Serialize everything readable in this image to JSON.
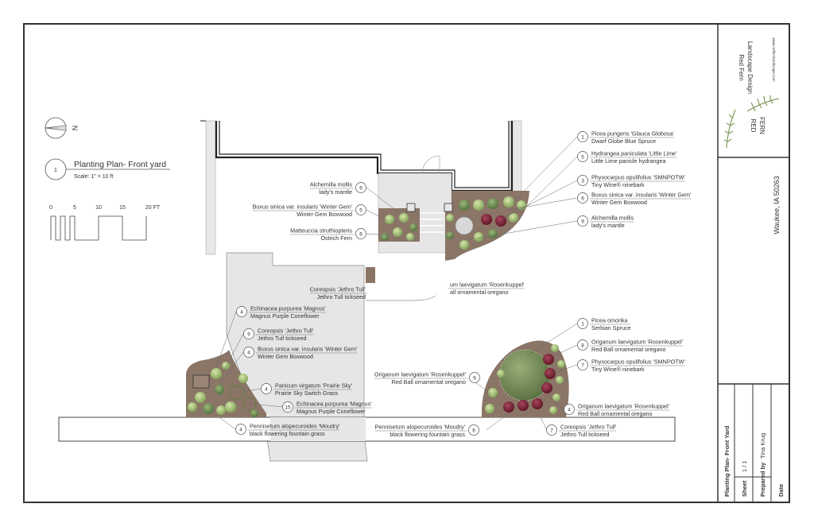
{
  "legend": {
    "plan_number": "1",
    "plan_title": "Planting Plan- Front yard",
    "scale": "Scale: 1\" = 10 ft",
    "scale_bar_labels": [
      "0",
      "5",
      "10",
      "15",
      "20 FT"
    ]
  },
  "callouts": [
    {
      "num": "1",
      "latin": "Picea pungens 'Glauca Globosa'",
      "common": "Dwarf Globe Blue Spruce"
    },
    {
      "num": "5",
      "latin": "Hydrangea paniculata 'Little Lime'",
      "common": "Little Lime panicle hydrangea"
    },
    {
      "num": "3",
      "latin": "Physocarpus opulifolius 'SMNPOTW'",
      "common": "Tiny Wine® ninebark"
    },
    {
      "num": "6",
      "latin": "Buxus sinica var. insularis 'Winter Gem'",
      "common": "Winter Gem Boxwood"
    },
    {
      "num": "9",
      "latin": "Alchemilla mollis",
      "common": "lady's mantle"
    },
    {
      "num": "6",
      "latin": "Alchemilla mollis",
      "common": "lady's mantle"
    },
    {
      "num": "5",
      "latin": "Buxus sinica var. insularis 'Winter Gem'",
      "common": "Winter Gem Boxwood"
    },
    {
      "num": "6",
      "latin": "Matteuccia struthiopteris",
      "common": "Ostrich Fern"
    },
    {
      "num": "",
      "latin": "Coreopsis 'Jethro Tull'",
      "common": "Jethro Tull tickseed"
    },
    {
      "num": "",
      "latin": "um laevigatum 'Rosenkuppel'",
      "common": "all ornamental oregano"
    },
    {
      "num": "4",
      "latin": "Echinacea purpurea 'Magnus'",
      "common": "Magnus Purple Coneflower"
    },
    {
      "num": "9",
      "latin": "Coreopsis 'Jethro Tull'",
      "common": "Jethro Tull tickseed"
    },
    {
      "num": "4",
      "latin": "Buxus sinica var. insularis 'Winter Gem'",
      "common": "Winter Gem Boxwood"
    },
    {
      "num": "4",
      "latin": "Panicum virgatum 'Prairie Sky'",
      "common": "Prairie Sky Switch Grass"
    },
    {
      "num": "15",
      "latin": "Echinacea purpurea 'Magnus'",
      "common": "Magnus Purple Coneflower"
    },
    {
      "num": "4",
      "latin": "Pennisetum alopecuroides 'Moudry'",
      "common": "black flowering fountain grass"
    },
    {
      "num": "1",
      "latin": "Picea omorika",
      "common": "Serbian Spruce"
    },
    {
      "num": "8",
      "latin": "Origanum laevigatum 'Rosenkuppel'",
      "common": "Red Ball ornamental oregano"
    },
    {
      "num": "7",
      "latin": "Physocarpus opulifolius 'SMNPOTW'",
      "common": "Tiny Wine® ninebark"
    },
    {
      "num": "6",
      "latin": "Origanum laevigatum 'Rosenkuppel'",
      "common": "Red Ball ornamental oregano"
    },
    {
      "num": "4",
      "latin": "Origanum laevigatum 'Rosenkuppel'",
      "common": "Red Ball ornamental oregano"
    },
    {
      "num": "6",
      "latin": "Pennisetum alopecuroides 'Moudry'",
      "common": "black flowering fountain grass"
    },
    {
      "num": "7",
      "latin": "Coreopsis 'Jethro Tull'",
      "common": "Jethro Tull tickseed"
    }
  ],
  "logo": {
    "company": "Red Fern",
    "tagline": "Landscape Design",
    "website": "www.redfernlandscape.com",
    "mark_line1": "RED",
    "mark_line2": "FERN"
  },
  "location": "Waukee, IA 50263",
  "title_block": {
    "sheet_title": "Planting Plan- Front Yard",
    "sheet_label": "Sheet",
    "sheet_value": "1 / 1",
    "prepared_label": "Prepared by",
    "prepared_value": "Tina Krug",
    "date_label": "Date"
  },
  "colors": {
    "border": "#333333",
    "mulch": "#8a7567",
    "paving": "#e6e6e6",
    "plant_green": "#9cb96f",
    "plant_dark": "#6f8e4d",
    "plant_red": "#7a1f33"
  }
}
